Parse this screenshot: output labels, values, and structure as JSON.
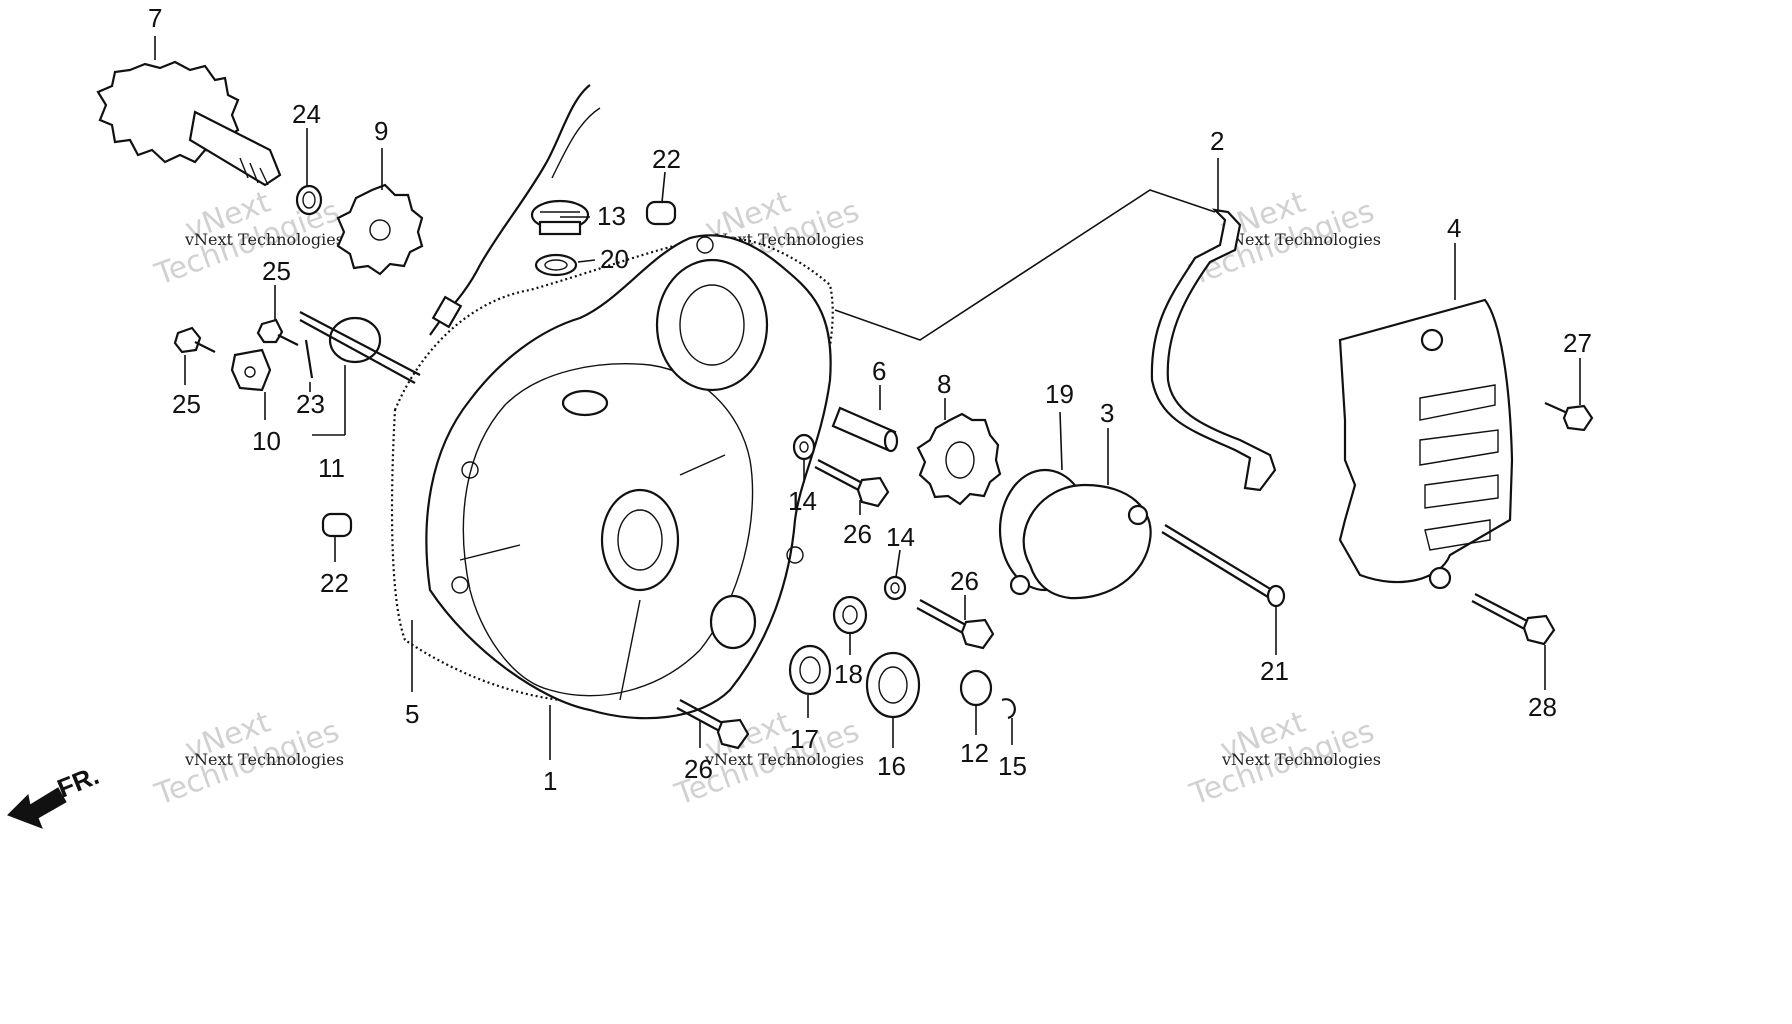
{
  "callouts": [
    {
      "id": "c7",
      "text": "7"
    },
    {
      "id": "c24",
      "text": "24"
    },
    {
      "id": "c9",
      "text": "9"
    },
    {
      "id": "c13",
      "text": "13"
    },
    {
      "id": "c20",
      "text": "20"
    },
    {
      "id": "c22a",
      "text": "22"
    },
    {
      "id": "c25a",
      "text": "25"
    },
    {
      "id": "c25b",
      "text": "25"
    },
    {
      "id": "c10",
      "text": "10"
    },
    {
      "id": "c23",
      "text": "23"
    },
    {
      "id": "c11",
      "text": "11"
    },
    {
      "id": "c22b",
      "text": "22"
    },
    {
      "id": "c5",
      "text": "5"
    },
    {
      "id": "c1",
      "text": "1"
    },
    {
      "id": "c6",
      "text": "6"
    },
    {
      "id": "c8",
      "text": "8"
    },
    {
      "id": "c14a",
      "text": "14"
    },
    {
      "id": "c26a",
      "text": "26"
    },
    {
      "id": "c14b",
      "text": "14"
    },
    {
      "id": "c26b",
      "text": "26"
    },
    {
      "id": "c18",
      "text": "18"
    },
    {
      "id": "c17",
      "text": "17"
    },
    {
      "id": "c26c",
      "text": "26"
    },
    {
      "id": "c16",
      "text": "16"
    },
    {
      "id": "c12",
      "text": "12"
    },
    {
      "id": "c15",
      "text": "15"
    },
    {
      "id": "c2",
      "text": "2"
    },
    {
      "id": "c19",
      "text": "19"
    },
    {
      "id": "c3",
      "text": "3"
    },
    {
      "id": "c21",
      "text": "21"
    },
    {
      "id": "c4",
      "text": "4"
    },
    {
      "id": "c27",
      "text": "27"
    },
    {
      "id": "c28",
      "text": "28"
    }
  ],
  "front_marker": "FR.",
  "watermarks": [
    {
      "line1": "vNext",
      "line2": "Technologies",
      "small": "vNext Technologies"
    },
    {
      "line1": "vNext",
      "line2": "Technologies",
      "small": "vNext Technologies"
    },
    {
      "line1": "vNext",
      "line2": "Technologies",
      "small": "vNext Technologies"
    },
    {
      "line1": "vNext",
      "line2": "Technologies",
      "small": "vNext Technologies"
    },
    {
      "line1": "vNext",
      "line2": "Technologies",
      "small": "vNext Technologies"
    },
    {
      "line1": "vNext",
      "line2": "Technologies",
      "small": "vNext Technologies"
    }
  ]
}
